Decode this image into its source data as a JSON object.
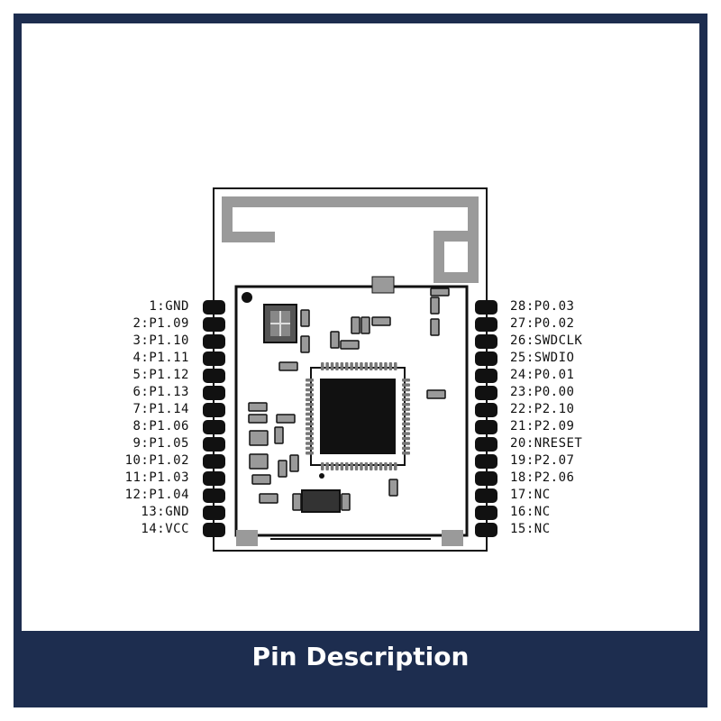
{
  "caption": "Pin Description",
  "colors": {
    "frame": "#1d2d4f",
    "pad": "#111111",
    "antenna": "#9a9a9a",
    "chip": "#111111",
    "component_gray": "#9a9a9a"
  },
  "left_pins": [
    "1:GND",
    "2:P1.09",
    "3:P1.10",
    "4:P1.11",
    "5:P1.12",
    "6:P1.13",
    "7:P1.14",
    "8:P1.06",
    "9:P1.05",
    "10:P1.02",
    "11:P1.03",
    "12:P1.04",
    "13:GND",
    "14:VCC"
  ],
  "right_pins": [
    "28:P0.03",
    "27:P0.02",
    "26:SWDCLK",
    "25:SWDIO",
    "24:P0.01",
    "23:P0.00",
    "22:P2.10",
    "21:P2.09",
    "20:NRESET",
    "19:P2.07",
    "18:P2.06",
    "17:NC",
    "16:NC",
    "15:NC"
  ]
}
